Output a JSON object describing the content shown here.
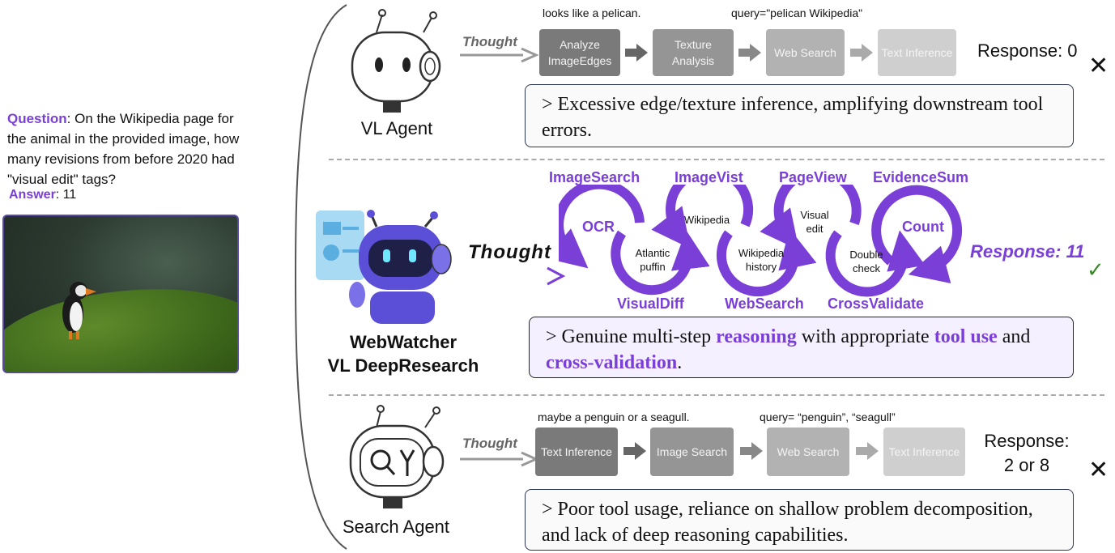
{
  "question": {
    "label": "Question",
    "text": ": On the Wikipedia page for the animal in the provided image, how many revisions from before 2020 had \"visual edit\" tags?",
    "answer_label": "Answer",
    "answer_text": ": 11"
  },
  "vl_agent": {
    "name": "VL Agent",
    "thought": "Thought",
    "note_1": "looks like a pelican.",
    "note_2": "query=\"pelican Wikipedia\"",
    "steps": [
      "Analyze ImageEdges",
      "Texture Analysis",
      "Web Search",
      "Text Inference"
    ],
    "response": "Response: 0",
    "result_mark": "✕",
    "comment": "> Excessive edge/texture inference, amplifying downstream tool errors."
  },
  "webwatcher": {
    "name_1": "WebWatcher",
    "name_2": "VL DeepResearch",
    "thought": "Thought",
    "top_labels": [
      "ImageSearch",
      "ImageVist",
      "PageView",
      "EvidenceSum"
    ],
    "bottom_labels": [
      "VisualDiff",
      "WebSearch",
      "CrossValidate"
    ],
    "inner_labels": [
      "OCR",
      "Count"
    ],
    "inner_notes": [
      "Atlantic\npuffin",
      "Wikipedia",
      "Wikipedia\nhistory",
      "Visual\nedit",
      "Double\ncheck"
    ],
    "response": "Response: 11",
    "result_mark": "✓",
    "comment_parts": [
      "> Genuine multi-step ",
      "reasoning",
      " with appropriate ",
      "tool use",
      " and ",
      "cross-validation",
      "."
    ]
  },
  "search_agent": {
    "name": "Search Agent",
    "thought": "Thought",
    "note_1": "maybe a penguin or a seagull.",
    "note_2": "query= “penguin”, “seagull”",
    "steps": [
      "Text Inference",
      "Image Search",
      "Web Search",
      "Text Inference"
    ],
    "response_1": "Response:",
    "response_2": "2 or 8",
    "result_mark": "✕",
    "comment": "> Poor tool usage, reliance on shallow problem decomposition, and lack of deep reasoning capabilities."
  },
  "colors": {
    "accent": "#7a3fd6",
    "check": "#3a8a2a",
    "box_border": "#2c3550"
  }
}
